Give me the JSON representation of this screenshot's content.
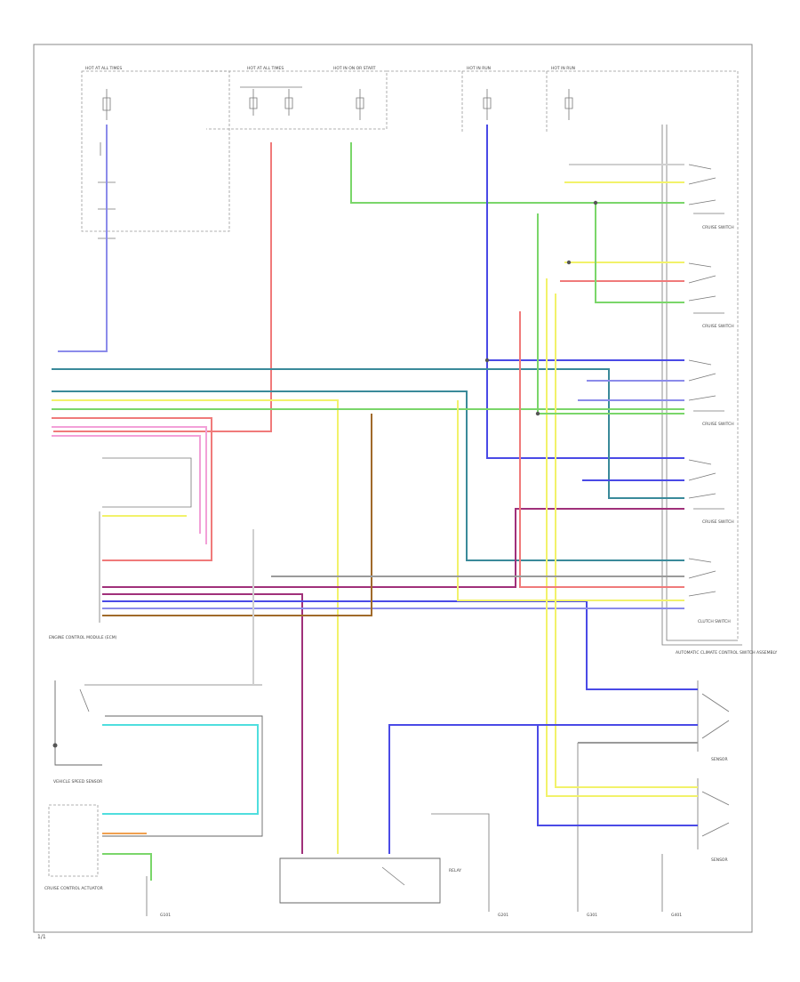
{
  "footer": {
    "figure_number": "1/1"
  },
  "colors": {
    "purple": "#8b8bea",
    "blue": "#4a4ae6",
    "red": "#f07a7a",
    "green": "#7ad66a",
    "cyan": "#4fdede",
    "yellow": "#f2f26a",
    "pink": "#f2a0d8",
    "magenta": "#a0307a",
    "brown": "#a06a2a",
    "teal": "#3a8a9a",
    "orange": "#f0a050",
    "gray": "#9a9a9a",
    "lightgray": "#cfcfcf",
    "olive": "#b0b050"
  },
  "components": {
    "top_fuse_1": "HOT AT ALL TIMES",
    "top_fuse_2": "HOT AT ALL TIMES",
    "top_fuse_3": "HOT IN ON OR START",
    "top_fuse_4": "HOT IN RUN",
    "top_fuse_5": "HOT IN RUN",
    "switch_label_1": "CRUISE SWITCH",
    "switch_label_2": "CRUISE SWITCH",
    "switch_label_3": "CRUISE SWITCH",
    "switch_label_4": "CRUISE SWITCH",
    "clutch_switch": "CLUTCH SWITCH",
    "switch_assembly": "AUTOMATIC CLIMATE CONTROL SWITCH ASSEMBLY",
    "sensor_1": "SENSOR",
    "sensor_2": "SENSOR",
    "engine_ecm": "ENGINE CONTROL MODULE (ECM)",
    "vss": "VEHICLE SPEED SENSOR",
    "lower_left": "CRUISE CONTROL ACTUATOR",
    "relay": "RELAY",
    "ground_1": "G101",
    "ground_2": "G201",
    "ground_3": "G301",
    "ground_4": "G401"
  }
}
